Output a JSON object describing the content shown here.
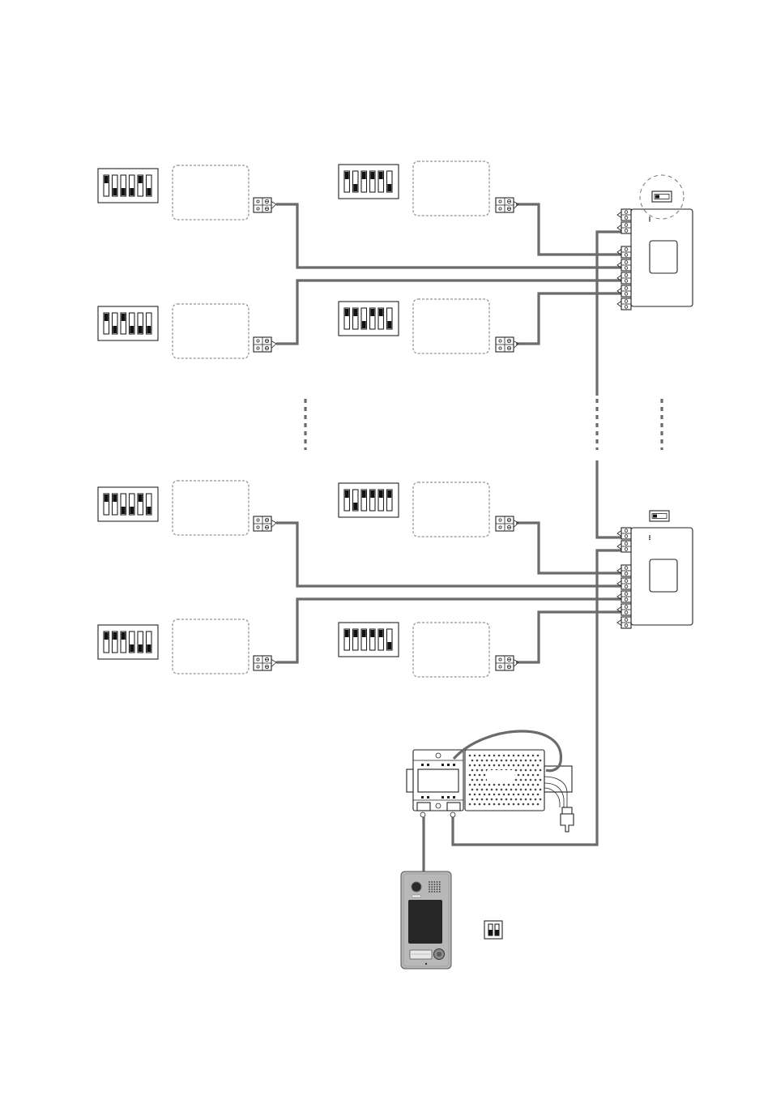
{
  "diagram": {
    "monitors": [
      {
        "id": "m1",
        "dip": [
          1,
          0,
          0,
          0,
          1,
          0
        ]
      },
      {
        "id": "m2",
        "dip": [
          1,
          0,
          1,
          0,
          0,
          0
        ]
      },
      {
        "id": "m3",
        "dip": [
          1,
          0,
          1,
          1,
          1,
          0
        ]
      },
      {
        "id": "m4",
        "dip": [
          1,
          1,
          0,
          1,
          1,
          0
        ]
      },
      {
        "id": "m5",
        "dip": [
          1,
          1,
          0,
          0,
          1,
          0
        ]
      },
      {
        "id": "m6",
        "dip": [
          1,
          1,
          1,
          0,
          0,
          0
        ]
      },
      {
        "id": "m7",
        "dip": [
          1,
          0,
          1,
          1,
          1,
          1
        ]
      },
      {
        "id": "m8",
        "dip": [
          1,
          1,
          1,
          1,
          1,
          0
        ]
      }
    ],
    "distributors": [
      {
        "id": "d1",
        "switch": "terminated-highlight"
      },
      {
        "id": "d2",
        "switch": "terminated"
      }
    ],
    "door_station_dip": [
      0,
      0
    ],
    "colors": {
      "wire": "#6b6b6b",
      "line": "#222222",
      "panel_face": "#b3b3b3",
      "screen": "#2a2a2a"
    }
  }
}
